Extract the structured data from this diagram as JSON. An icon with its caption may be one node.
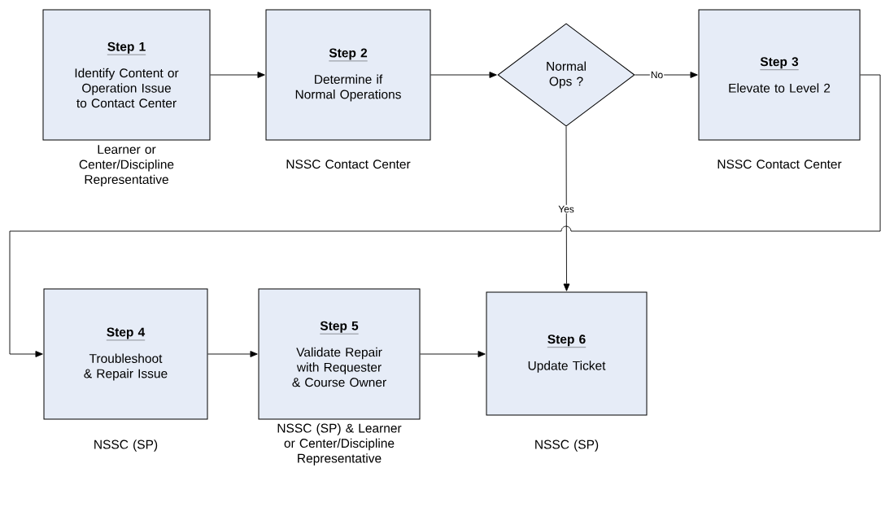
{
  "diagram": {
    "nodes": [
      {
        "text": [
          "Step 1",
          "Identify Content or Operation Issue to Contact Center"
        ],
        "beside": [
          "Learner or Center/Discipline Representative"
        ]
      },
      {
        "text": [
          "Step 2",
          "Determine if Normal Operations"
        ],
        "beside": [
          "NSSC Contact Center"
        ]
      },
      {
        "text": [
          "Normal Ops ?"
        ]
      },
      {
        "text": [
          "Step 3",
          "Elevate to Level 2"
        ],
        "beside": [
          "NSSC Contact Center"
        ]
      },
      {
        "text": [
          "Step 4",
          "Troubleshoot & Repair Issue"
        ],
        "beside": [
          "NSSC (SP)"
        ]
      },
      {
        "text": [
          "Step 5",
          "Validate Repair with Requester & Course Owner"
        ],
        "beside": [
          "NSSC (SP) & Learner or Center/Discipline Representative"
        ]
      },
      {
        "text": [
          "Step 6",
          "Update Ticket"
        ],
        "beside": [
          "NSSC (SP)"
        ]
      }
    ],
    "edges": [
      {
        "from": 0,
        "to": 1,
        "arrow": "to"
      },
      {
        "from": 1,
        "to": 2,
        "arrow": "to"
      },
      {
        "from": 2,
        "to": 3,
        "arrow": "to",
        "label": "No"
      },
      {
        "from": 3,
        "to": 4,
        "arrow": "to"
      },
      {
        "from": 2,
        "to": 6,
        "arrow": "to",
        "label": "Yes"
      },
      {
        "from": 4,
        "to": 5,
        "arrow": "to"
      },
      {
        "from": 5,
        "to": 6,
        "arrow": "to"
      }
    ]
  }
}
